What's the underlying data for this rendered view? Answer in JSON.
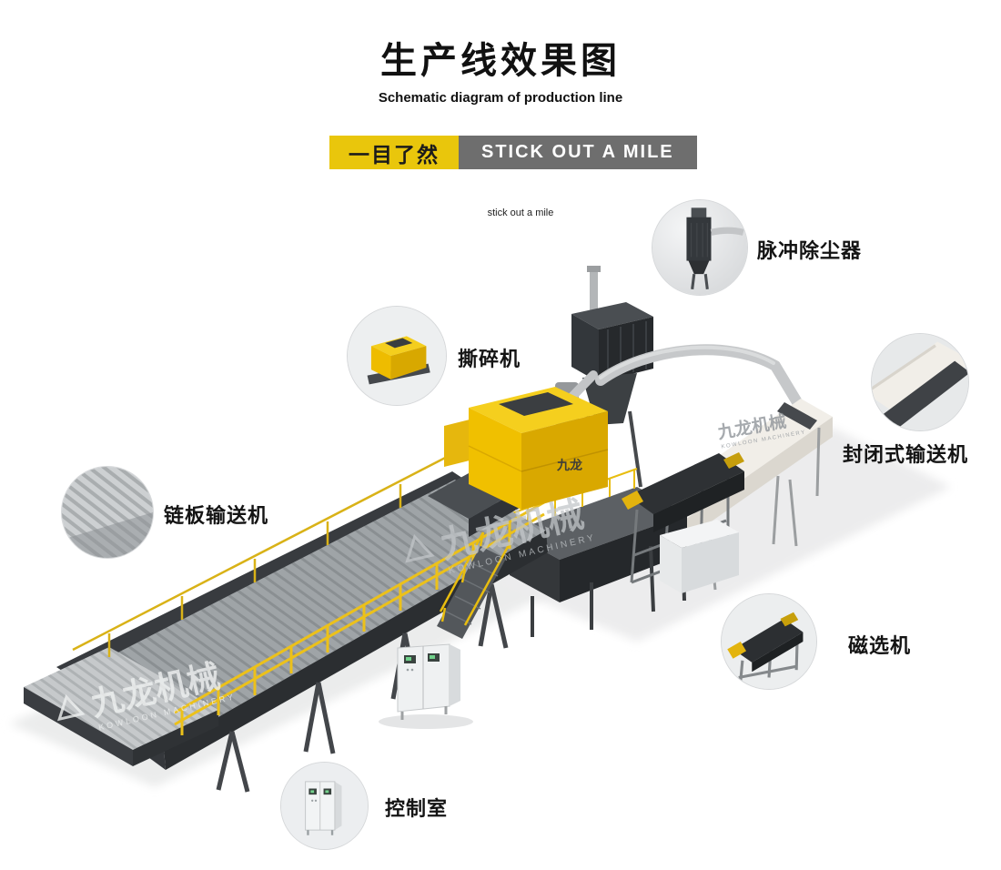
{
  "header": {
    "title": "生产线效果图",
    "subtitle": "Schematic diagram of production line",
    "banner": {
      "cn": "一目了然",
      "en": "STICK OUT A MILE"
    },
    "tagline": "stick out a mile"
  },
  "callouts": {
    "pulse_dust_collector": {
      "label": "脉冲除尘器"
    },
    "shredder": {
      "label": "撕碎机"
    },
    "enclosed_conveyor": {
      "label": "封闭式输送机"
    },
    "chain_plate_conveyor": {
      "label": "链板输送机"
    },
    "magnetic_separator": {
      "label": "磁选机"
    },
    "control_room": {
      "label": "控制室"
    }
  },
  "watermark": {
    "cn": "九龙机械",
    "en": "KOWLOON MACHINERY"
  },
  "machine": {
    "brand": "九龙"
  },
  "colors": {
    "accent_yellow": "#e9c60c",
    "banner_gray": "#6e6e6e",
    "machine_yellow": "#f0c419",
    "dark_steel": "#34373b",
    "cream": "#efece6"
  }
}
